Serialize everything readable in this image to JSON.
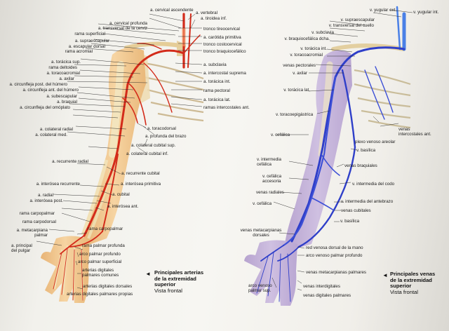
{
  "arteries_left": [
    "a. cervical profunda",
    "a. transversal de la cerviz",
    "rama superficial",
    "a. supraescapular",
    "a. escapular dorsal",
    "rama acromial",
    "a. torácica sup.",
    "rama deltoides",
    "a. toracoacromial",
    "a. axilar",
    "a. circunfleja post. del húmero",
    "a. circunfleja ant. del húmero",
    "a. subescapular",
    "a. braquial",
    "a. circunfleja del omóplato",
    "a. colateral radial",
    "a. colateral med.",
    "a. recurrente radial",
    "a. interósea recurrente",
    "a. radial",
    "a. interósea post.",
    "rama carpopalmar",
    "rama carpodorsal",
    "a. metacarpiana palmar",
    "a. principal del pulgar"
  ],
  "arteries_top": [
    "a. cervical ascendente",
    "a. vertebral",
    "a. tiroidea inf."
  ],
  "arteries_right": [
    "tronco tireocervical",
    "a. carótida primitiva",
    "tronco costocervical",
    "tronco braquiocefálico",
    "a. subclavia",
    "a. intercostal suprema",
    "a. torácica int.",
    "rama pectoral",
    "a. torácica lat.",
    "ramas intercostales ant."
  ],
  "arteries_mid": [
    "a. toracodorsal",
    "a. profunda del brazo",
    "a. colateral cubital sup.",
    "a. colateral cubital inf.",
    "a. recurrente cubital",
    "a. interósea primitiva",
    "a. cubital",
    "a. interósea ant.",
    "rama carpopalmar"
  ],
  "arteries_hand": [
    "rama palmar profunda",
    "arco palmar profundo",
    "arco palmar superficial",
    "arterias digitales palmares comunes",
    "arterias digitales dorsales",
    "arterias digitales palmares propias"
  ],
  "caption_arteries": {
    "title1": "Principales arterias",
    "title2": "de la extremidad",
    "title3": "superior",
    "sub": "Vista frontal"
  },
  "veins_top": [
    "v. yugular ext.",
    "v. yugular int."
  ],
  "veins_left": [
    "v. supraescapular",
    "v. transversal del cuello",
    "v. subclavia",
    "v. braquiocefálica dcha.",
    "v. torácica int.",
    "v. toracoacromial",
    "venas pectorales",
    "v. axilar",
    "v. torácica lat.",
    "v. toracoepigástrica",
    "v. cefálica",
    "v. basílica",
    "v. intermedia cefálica",
    "v. cefálica accesoria",
    "venas radiales",
    "v. cefálica",
    "venas metacarpianas dorsales",
    "arco venoso palmar sup."
  ],
  "veins_right": [
    "venas intercostales ant.",
    "plexo venoso areolar",
    "venas braquiales",
    "v. intermedia del codo",
    "v. intermedia del antebrazo",
    "venas cubitales",
    "v. basílica",
    "red venosa dorsal de la mano",
    "arco venoso palmar profundo",
    "venas metacarpianas palmares",
    "venas interdigitales",
    "venas digitales palmares"
  ],
  "caption_veins": {
    "title1": "Principales venas",
    "title2": "de la extremidad",
    "title3": "superior",
    "sub": "Vista frontal"
  },
  "colors": {
    "artery": "#d32b1a",
    "vein": "#2f3fc9",
    "vein_light": "#4a80e6",
    "skin": "#f3c98e",
    "bone": "#f1dfb0",
    "line": "#222222"
  }
}
